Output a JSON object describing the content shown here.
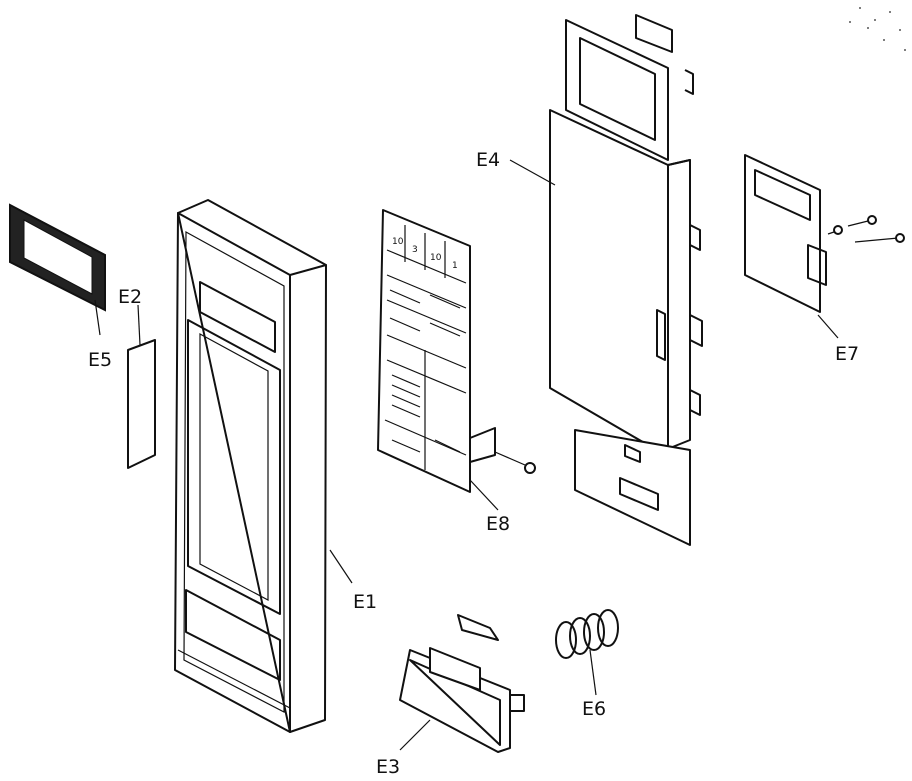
{
  "labels": {
    "e1": "E1",
    "e2": "E2",
    "e3": "E3",
    "e4": "E4",
    "e5": "E5",
    "e6": "E6",
    "e7": "E7",
    "e8": "E8"
  },
  "keypad": {
    "top_keys": [
      "10",
      "3",
      "10",
      "1"
    ]
  }
}
